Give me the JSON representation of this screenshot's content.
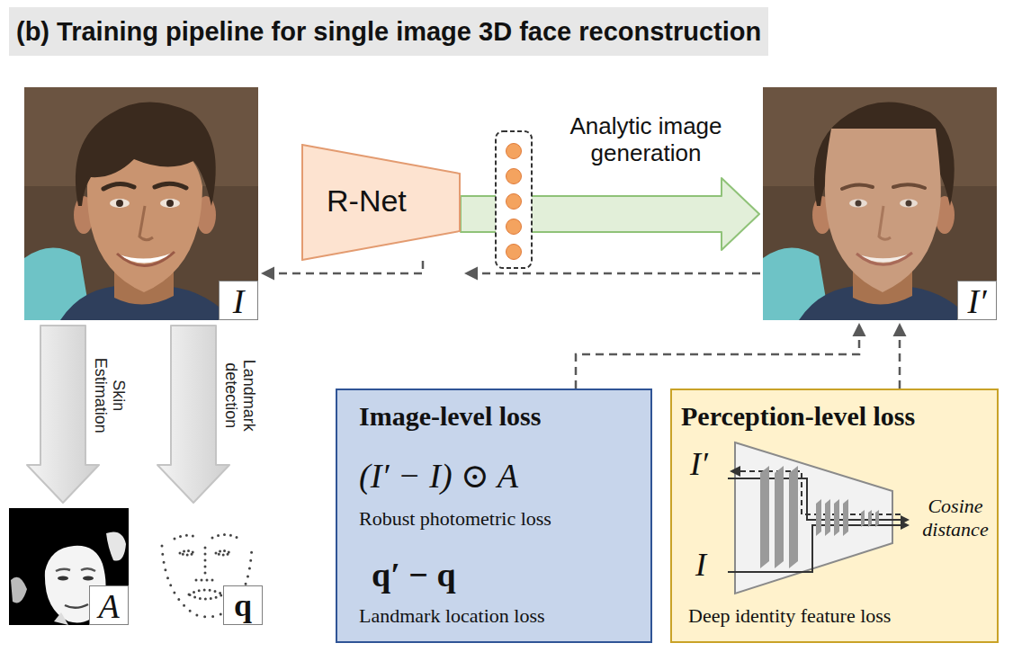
{
  "diagram": {
    "title": "(b) Training pipeline for single image 3D face reconstruction",
    "nodes": [
      {
        "text": [
          "I"
        ]
      },
      {
        "text": [
          "R-Net"
        ]
      },
      {
        "text": [
          "I′"
        ]
      },
      {
        "text": [
          "A"
        ]
      },
      {
        "text": [
          "q"
        ]
      },
      {
        "text": [
          "Image-level loss",
          "(I′ − I) ⊙ A",
          "Robust photometric loss",
          "q′ − q",
          "Landmark location loss"
        ]
      },
      {
        "text": [
          "Perception-level loss",
          "Deep identity feature loss"
        ]
      }
    ],
    "edges": [
      {
        "from": 1,
        "to": 0,
        "arrow": "to"
      },
      {
        "from": 2,
        "to": 1,
        "arrow": "to"
      },
      {
        "from": 1,
        "to": 2,
        "arrow": "to",
        "label": "Analytic image generation"
      },
      {
        "from": 0,
        "to": 3,
        "arrow": "to",
        "label": "Skin Estimation"
      },
      {
        "from": 0,
        "to": 4,
        "arrow": "to",
        "label": "Landmark detection"
      },
      {
        "from": 5,
        "to": 2,
        "arrow": "to"
      },
      {
        "from": 6,
        "to": 2,
        "arrow": "to"
      }
    ],
    "labels": [
      "I′",
      "I",
      "Cosine distance"
    ]
  }
}
